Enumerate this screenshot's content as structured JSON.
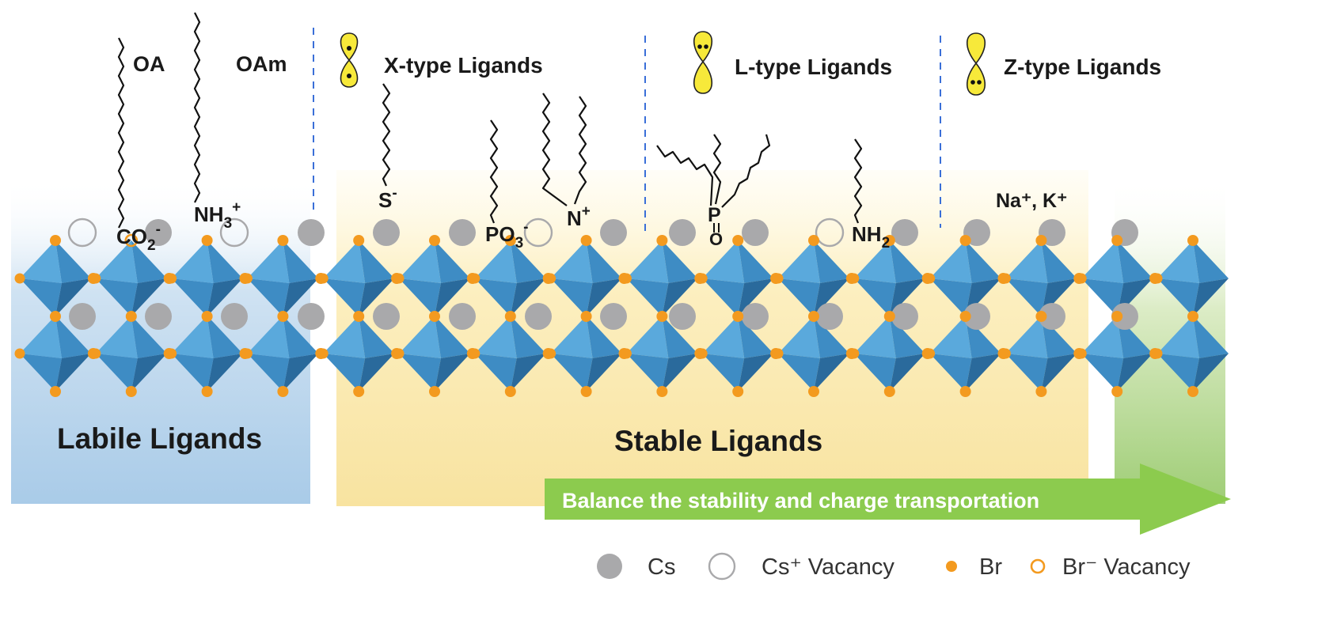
{
  "sections": {
    "labile": "Labile Ligands",
    "stable": "Stable Ligands"
  },
  "ligand_types": {
    "x_type": "X-type Ligands",
    "l_type": "L-type Ligands",
    "z_type": "Z-type Ligands"
  },
  "molecules": {
    "oa": "OA",
    "oam": "OAm",
    "co2": "CO",
    "co2_sub": "2",
    "co2_sup": "-",
    "nh3": "NH",
    "nh3_sub": "3",
    "nh3_sup": "+",
    "s": "S",
    "s_sup": "-",
    "po3": "PO",
    "po3_sub": "3",
    "po3_sup": "-",
    "n": "N",
    "n_sup": "+",
    "p": "P",
    "o": "O",
    "nh2": "NH",
    "nh2_sub": "2",
    "na_k": "Na⁺, K⁺"
  },
  "arrow_text": "Balance the stability and charge transportation",
  "legend": {
    "cs": "Cs",
    "cs_vac": "Cs⁺ Vacancy",
    "br": "Br",
    "br_vac": "Br⁻ Vacancy"
  },
  "colors": {
    "octa_light": "#5aa9dc",
    "octa_mid": "#3e8cc4",
    "octa_dark": "#2a6a9c",
    "br": "#f39a1f",
    "cs": "#a9a9ab",
    "ligand_lobe": "#f7e93a",
    "arrow": "#8ccb4e"
  }
}
